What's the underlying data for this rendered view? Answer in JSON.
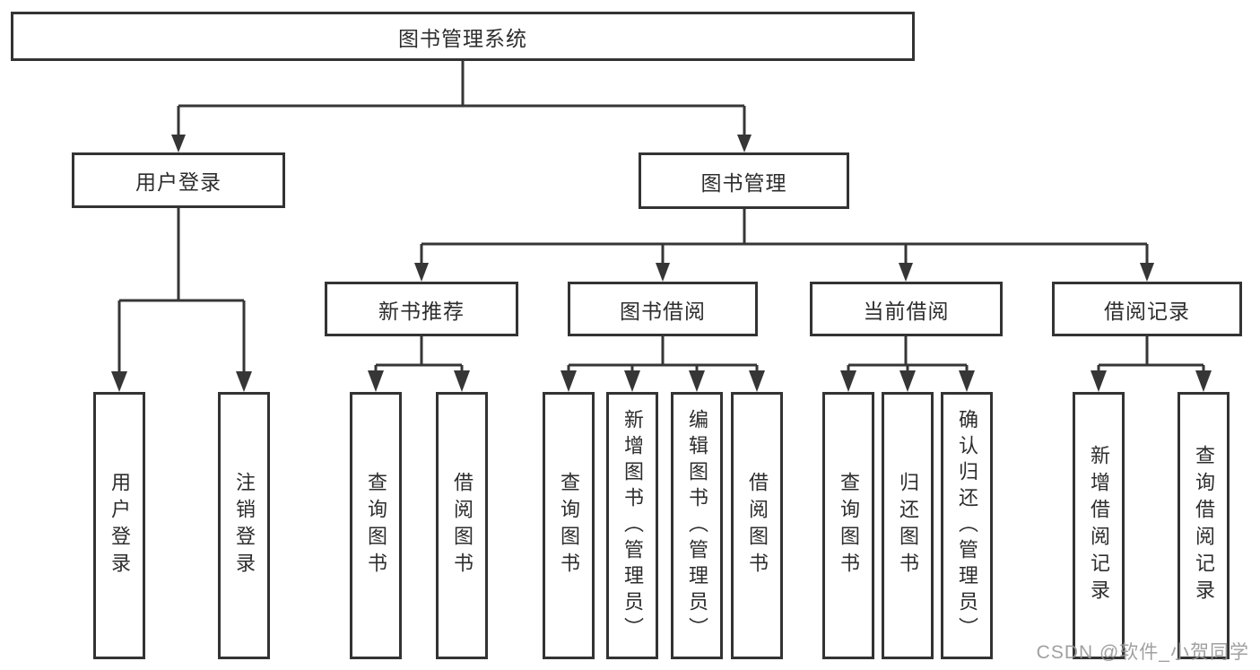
{
  "tree": {
    "root": "图书管理系统",
    "level2": [
      {
        "label": "用户登录",
        "leaves": [
          "用户登录",
          "注销登录"
        ]
      },
      {
        "label": "图书管理",
        "sections": [
          {
            "label": "新书推荐",
            "leaves": [
              "查询图书",
              "借阅图书"
            ]
          },
          {
            "label": "图书借阅",
            "leaves": [
              "查询图书",
              "新增图书（管理员）",
              "编辑图书（管理员）",
              "借阅图书"
            ]
          },
          {
            "label": "当前借阅",
            "leaves": [
              "查询图书",
              "归还图书",
              "确认归还（管理员）"
            ]
          },
          {
            "label": "借阅记录",
            "leaves": [
              "新增借阅记录",
              "查询借阅记录"
            ]
          }
        ]
      }
    ]
  },
  "watermark": {
    "text": "CSDN @软件_小贺同学"
  },
  "colors": {
    "line": "#363636",
    "box_border": "#333333",
    "box_fill": "#ffffff",
    "text": "#2d2d2d",
    "watermark": "#969696",
    "background": "#ffffff"
  }
}
